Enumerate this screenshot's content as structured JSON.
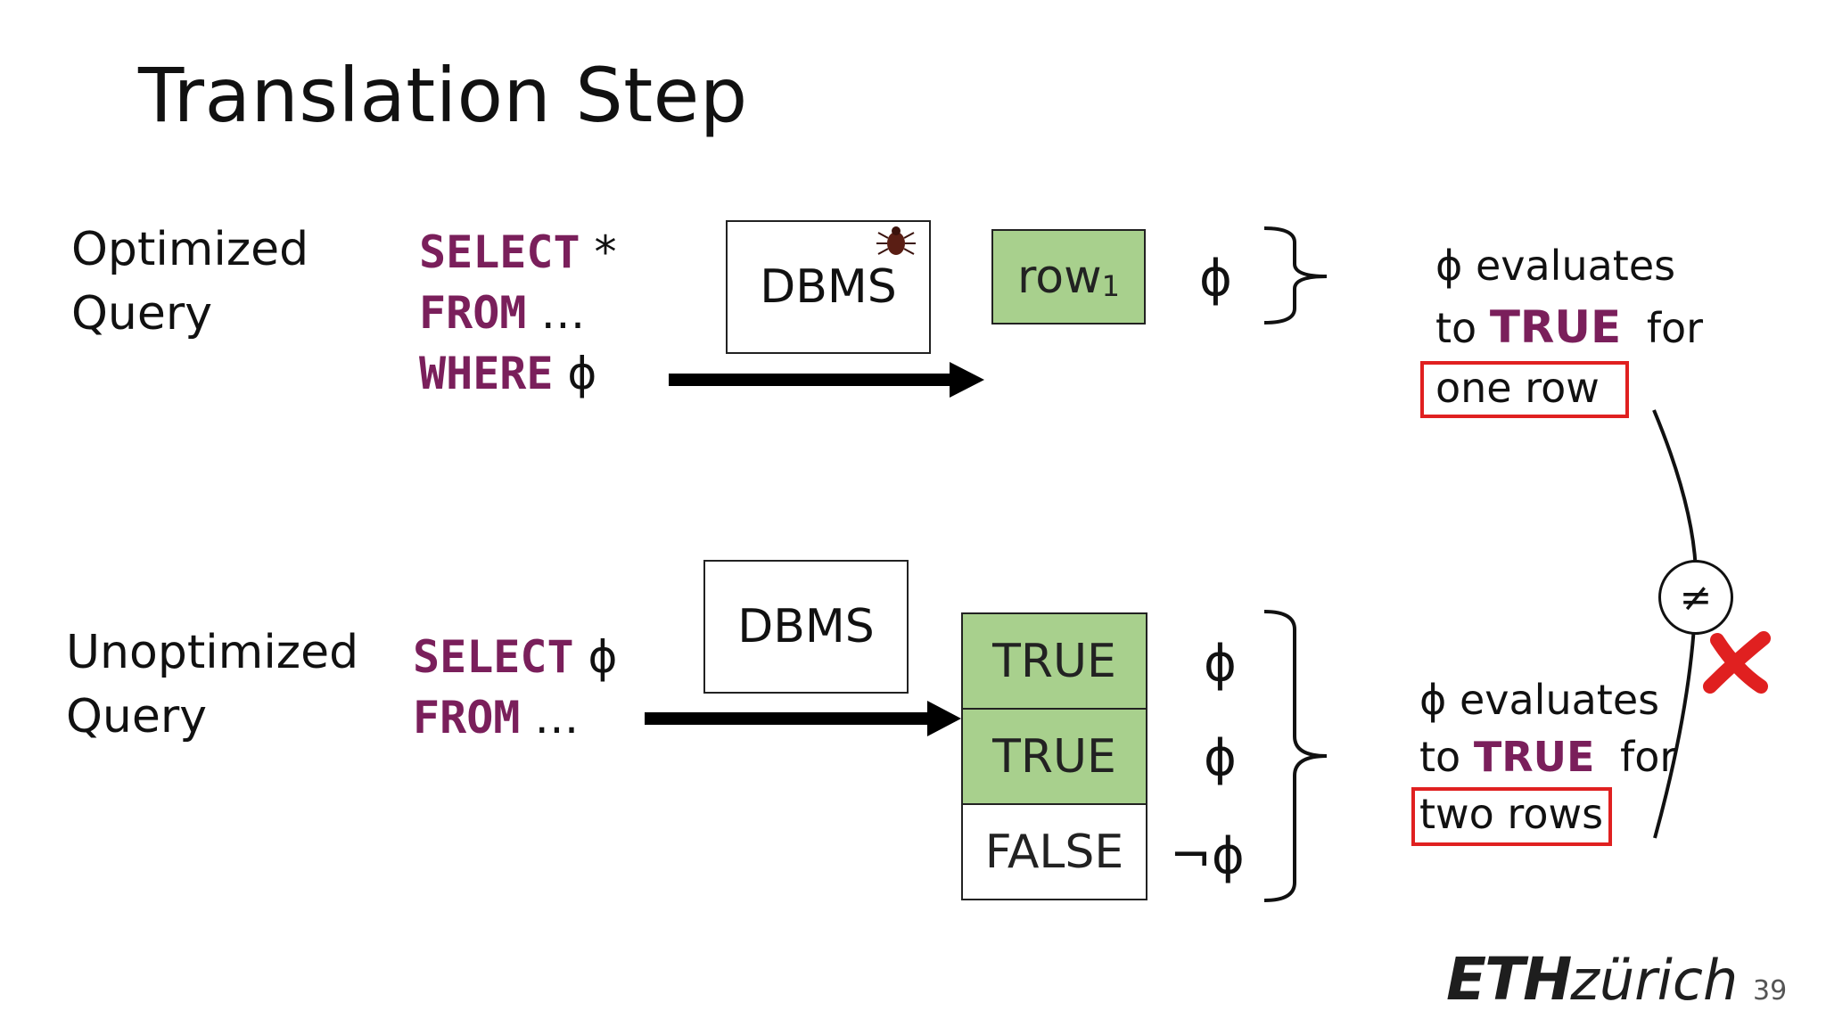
{
  "title": "Translation Step",
  "optimized": {
    "label_line1": "Optimized",
    "label_line2": "Query",
    "sql": [
      {
        "kw": "SELECT",
        "rest": " *"
      },
      {
        "kw": "FROM",
        "rest": " …"
      },
      {
        "kw": "WHERE",
        "rest": " ϕ"
      }
    ],
    "dbms_label": "DBMS",
    "result_row": "row",
    "result_row_subscript": "1",
    "row_condition": "ϕ",
    "note_line1": "ϕ evaluates",
    "note_to": "to",
    "note_true": "TRUE",
    "note_for": "for",
    "note_highlight": "one row"
  },
  "unoptimized": {
    "label_line1": "Unoptimized",
    "label_line2": "Query",
    "sql": [
      {
        "kw": "SELECT",
        "rest": " ϕ"
      },
      {
        "kw": "FROM",
        "rest": " …"
      }
    ],
    "dbms_label": "DBMS",
    "result_rows": [
      {
        "value": "TRUE",
        "condition": "ϕ",
        "highlight": true
      },
      {
        "value": "TRUE",
        "condition": "ϕ",
        "highlight": true
      },
      {
        "value": "FALSE",
        "condition": "¬ϕ",
        "highlight": false
      }
    ],
    "note_line1": "ϕ evaluates",
    "note_to": "to",
    "note_true": "TRUE",
    "note_for": "for",
    "note_highlight": "two rows"
  },
  "comparison_symbol": "≠",
  "footer": {
    "logo_bold": "ETH",
    "logo_rest": "zürich",
    "page_number": "39"
  },
  "colors": {
    "keyword": "#7a1f5b",
    "highlight_fill": "#a8d08d",
    "error_red": "#e02020"
  },
  "icons": [
    "bug-icon",
    "arrow-right-icon",
    "brace-icon",
    "cross-mark-icon"
  ]
}
